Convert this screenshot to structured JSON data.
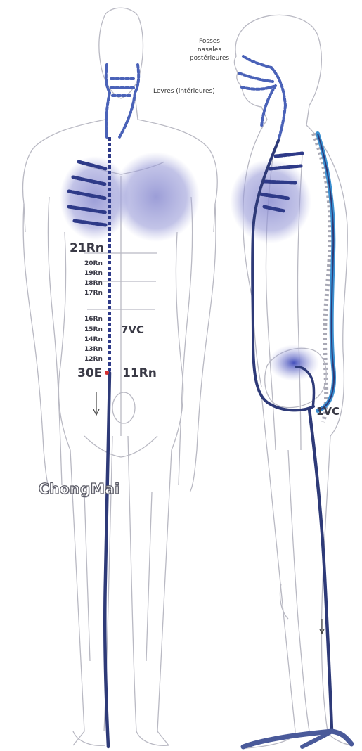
{
  "title": "ChongMai",
  "labels": {
    "fosses": "Fosses\nnasales\npostérieures",
    "levres": "Levres (intérieures)",
    "rn21": "21Rn",
    "rn20": "20Rn",
    "rn19": "19Rn",
    "rn18": "18Rn",
    "rn17": "17Rn",
    "rn16": "16Rn",
    "rn15": "15Rn",
    "rn14": "14Rn",
    "rn13": "13Rn",
    "rn12": "12Rn",
    "vc7": "7VC",
    "e30": "30E",
    "rn11": "11Rn",
    "vc1": "1VC"
  },
  "colors": {
    "channel": "#2e3a78",
    "channel_light": "#5a6fc0",
    "lung_shade": "#8e90d2",
    "outline": "#b8b8c2",
    "spine": "#3a8fd0"
  }
}
